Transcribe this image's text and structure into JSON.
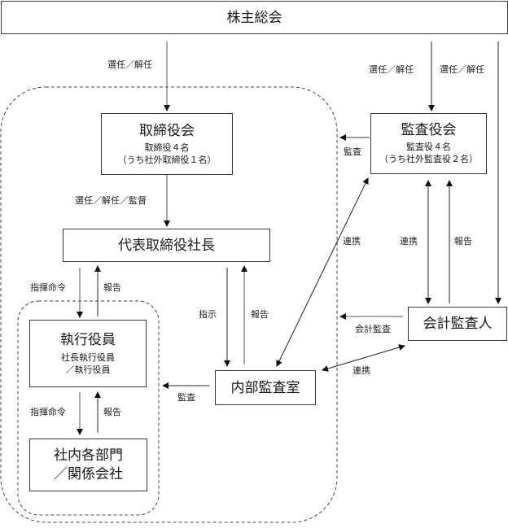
{
  "nodes": {
    "shareholders_meeting": {
      "title": "株主総会"
    },
    "board_of_directors": {
      "title": "取締役会",
      "sub1": "取締役４名",
      "sub2": "（うち社外取締役１名）"
    },
    "audit_board": {
      "title": "監査役会",
      "sub1": "監査役４名",
      "sub2": "（うち社外監査役２名）"
    },
    "president": {
      "title": "代表取締役社長"
    },
    "executive_officers": {
      "title": "執行役員",
      "sub1": "社長執行役員",
      "sub2": "／執行役員"
    },
    "departments": {
      "line1": "社内各部門",
      "line2": "／関係会社"
    },
    "internal_audit": {
      "title": "内部監査室"
    },
    "accounting_auditor": {
      "title": "会計監査人"
    }
  },
  "edges": {
    "shareholders_to_board": "選任／解任",
    "shareholders_to_audit_board": "選任／解任",
    "shareholders_to_accounting_auditor": "選任／解任",
    "board_to_president": "選任／解任／監督",
    "audit_board_audit": "監査",
    "president_to_executives": "指揮命令",
    "executives_to_president": "報告",
    "president_to_internal_audit": "指示",
    "internal_audit_to_president": "報告",
    "executives_to_departments": "指揮命令",
    "departments_to_executives": "報告",
    "internal_audit_audit": "監査",
    "audit_board_internal_audit_link": "連携",
    "audit_board_accounting_link": "連携",
    "accounting_to_audit_board_report": "報告",
    "accounting_audit": "会計監査",
    "accounting_internal_audit_link": "連携"
  }
}
